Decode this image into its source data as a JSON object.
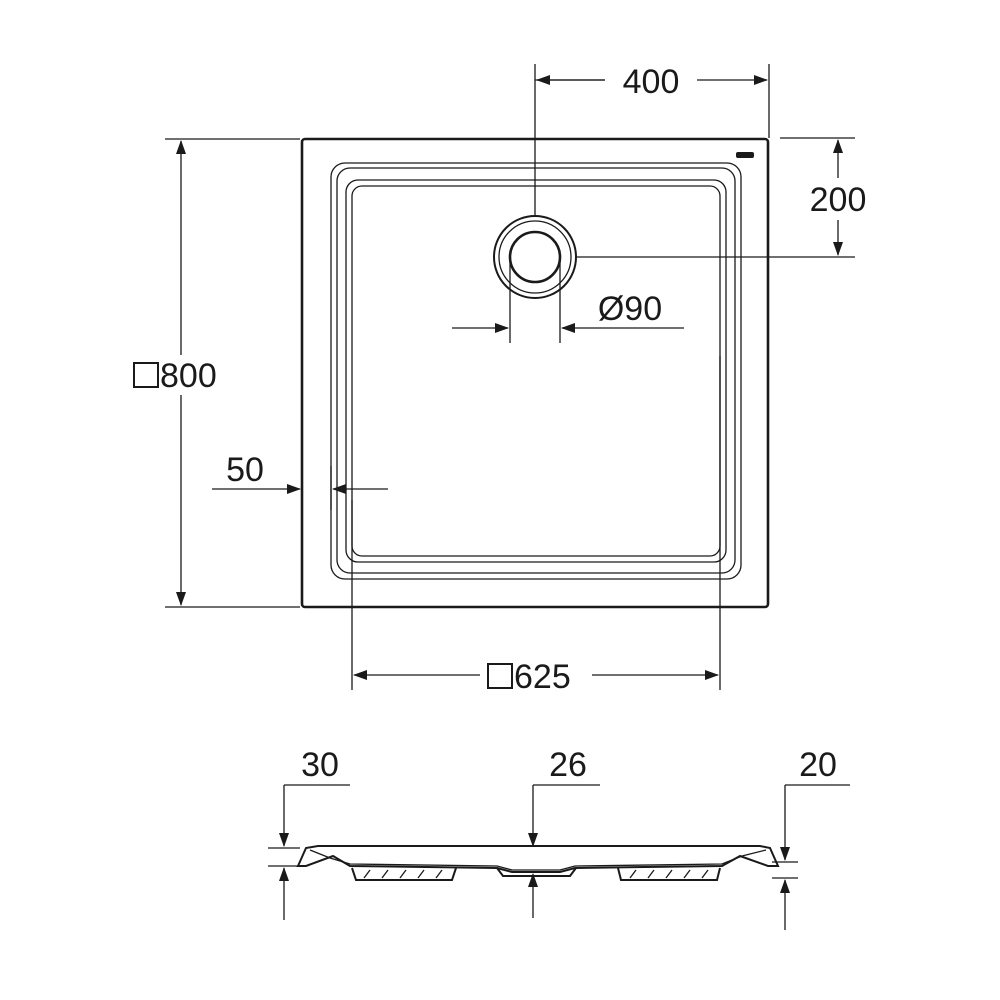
{
  "top_view": {
    "drain_offset_x": "400",
    "drain_offset_y": "200",
    "drain_diameter": "Ø90",
    "outer_size": "800",
    "rim_width": "50",
    "inner_size": "625"
  },
  "side_view": {
    "rim_height": "30",
    "center_height": "26",
    "edge_height": "20"
  },
  "icons": {
    "square_symbol": "square-symbol-icon"
  }
}
